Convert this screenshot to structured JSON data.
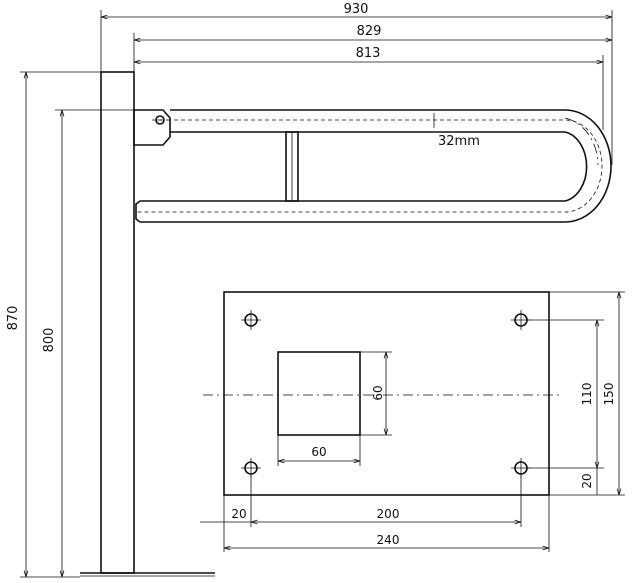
{
  "dimensions": {
    "total_width": "930",
    "arm_length_outer": "829",
    "arm_length_inner": "813",
    "total_height": "870",
    "post_height": "800",
    "tube_diameter": "32mm",
    "square_height": "60",
    "square_width": "60",
    "hole_spacing_vertical": "110",
    "plate_height": "150",
    "hole_offset_bottom": "20",
    "hole_offset_left": "20",
    "hole_spacing_horizontal": "200",
    "plate_width": "240"
  }
}
